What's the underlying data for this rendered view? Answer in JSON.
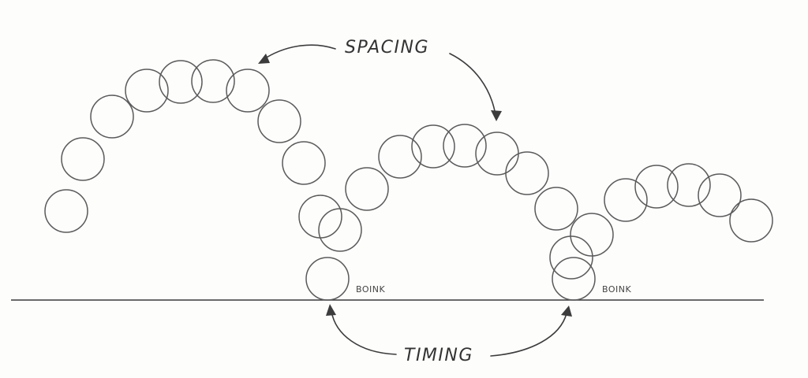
{
  "labels": {
    "spacing": "SPACING",
    "timing": "TIMING",
    "boink_1": "BOINK",
    "boink_2": "BOINK"
  },
  "colors": {
    "line": "#5a5a5a",
    "ink": "#333333",
    "paper": "#fdfdfc"
  }
}
